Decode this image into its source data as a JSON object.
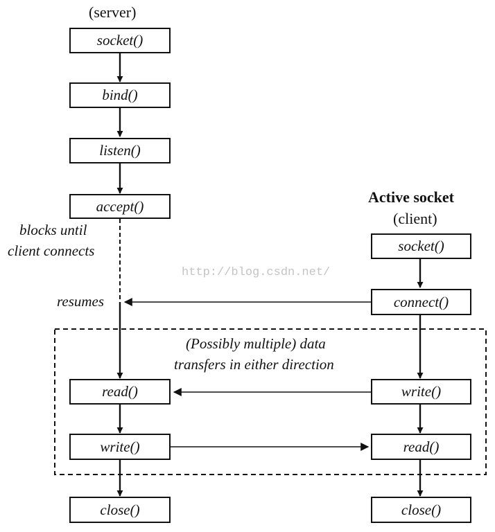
{
  "server": {
    "header": "(server)",
    "boxes": {
      "socket": "socket()",
      "bind": "bind()",
      "listen": "listen()",
      "accept": "accept()",
      "read": "read()",
      "write": "write()",
      "close": "close()"
    },
    "blocks_line1": "blocks until",
    "blocks_line2": "client connects",
    "resumes": "resumes"
  },
  "client": {
    "title": "Active socket",
    "subtitle": "(client)",
    "boxes": {
      "socket": "socket()",
      "connect": "connect()",
      "write": "write()",
      "read": "read()",
      "close": "close()"
    }
  },
  "transfer_region": {
    "line1": "(Possibly multiple) data",
    "line2": "transfers in either direction"
  },
  "watermark": "http://blog.csdn.net/"
}
